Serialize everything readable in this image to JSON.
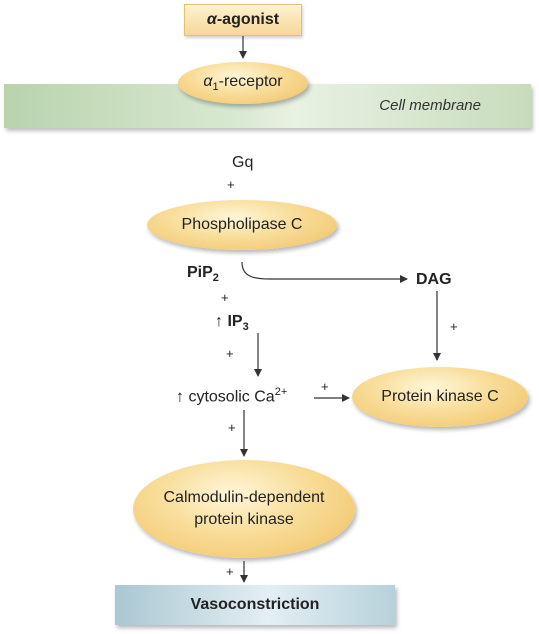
{
  "agonist": {
    "greek": "α",
    "text": "-agonist"
  },
  "receptor": {
    "greek": "α",
    "sub": "1",
    "text": "-receptor"
  },
  "membrane": {
    "label": "Cell membrane"
  },
  "gq": {
    "label": "Gq"
  },
  "plc": {
    "label": "Phospholipase C"
  },
  "pip2": {
    "main": "PiP",
    "sub": "2"
  },
  "dag": {
    "label": "DAG"
  },
  "ip3": {
    "arrow": "↑",
    "main": "IP",
    "sub": "3"
  },
  "calcium": {
    "arrow": "↑",
    "text": "cytosolic Ca",
    "sup": "2+"
  },
  "pkc": {
    "label": "Protein kinase C"
  },
  "camk": {
    "line1": "Calmodulin-dependent",
    "line2": "protein kinase"
  },
  "outcome": {
    "label": "Vasoconstriction"
  },
  "signs": {
    "gq_plc": "+",
    "pip2_ip3": "+",
    "ip3_ca": "+",
    "dag_pkc": "+",
    "ca_pkc": "+",
    "ca_camk": "+",
    "camk_vaso": "+"
  },
  "colors": {
    "oval_fill": "#f8dc97",
    "membrane_fill": "#d9e9d2",
    "outcome_fill": "#c9dde5",
    "agonist_fill": "#fbe3b0",
    "arrow": "#333333"
  }
}
